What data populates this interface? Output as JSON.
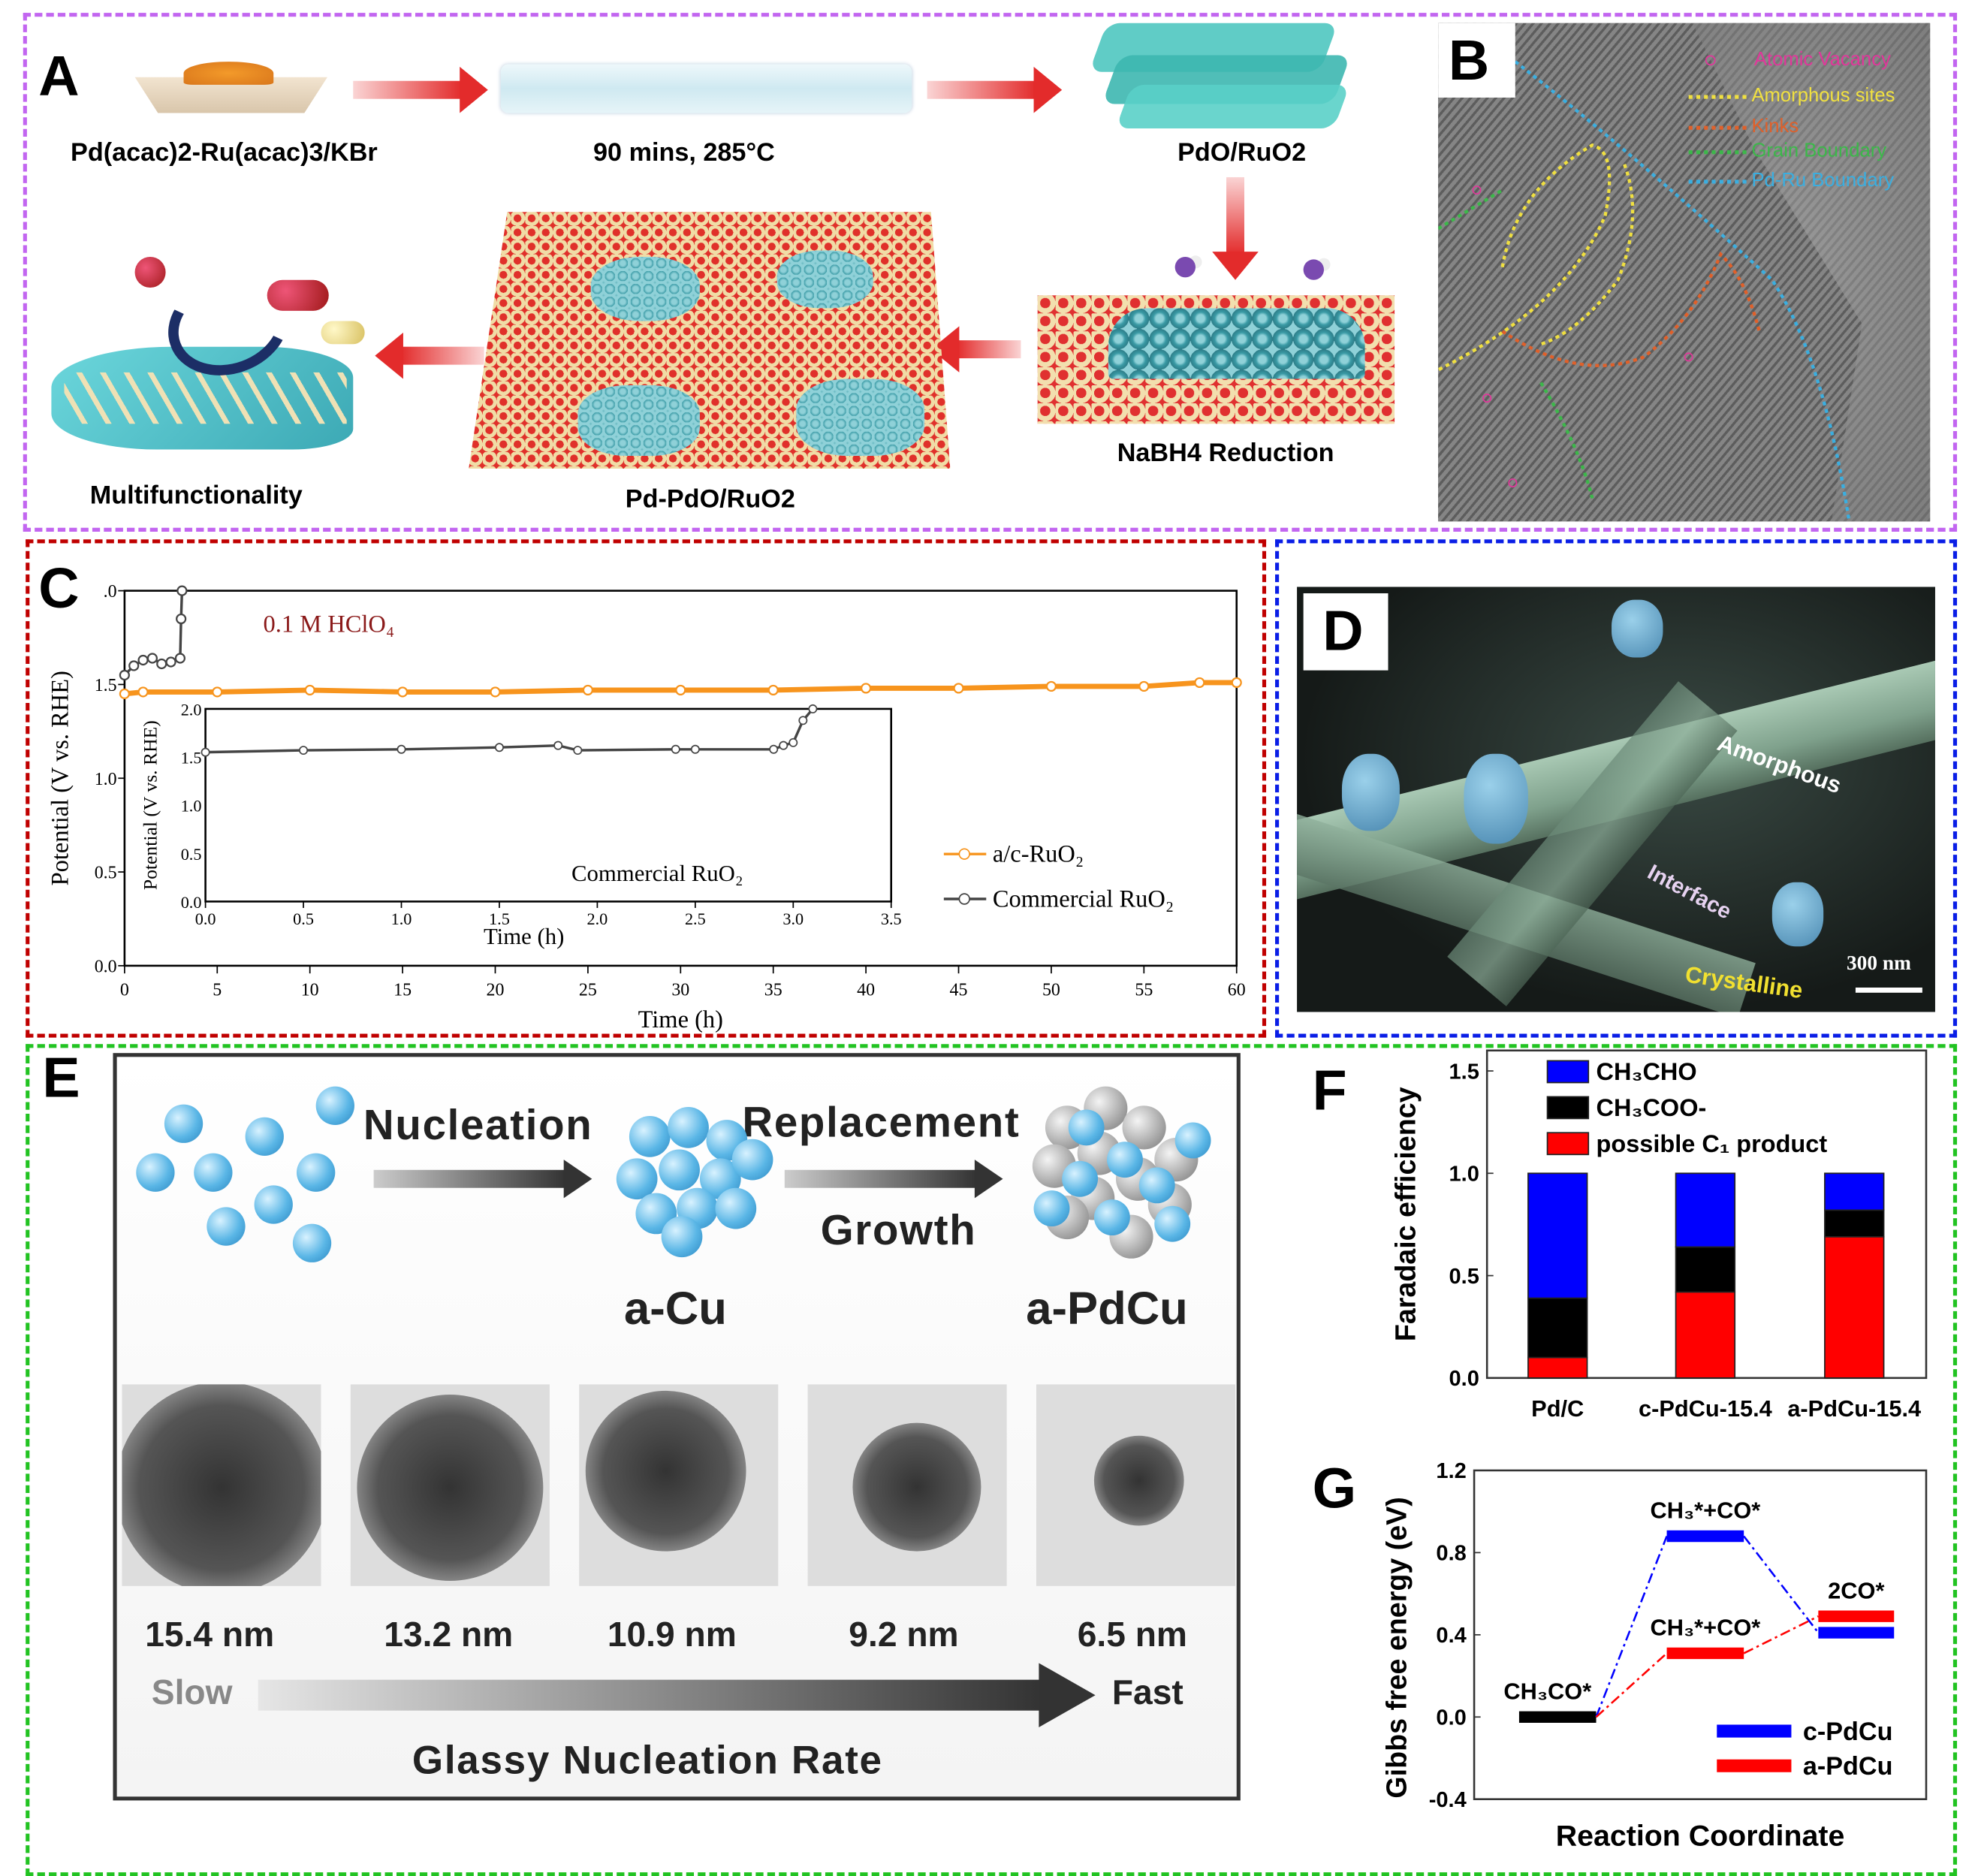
{
  "panel_labels": {
    "a": "A",
    "b": "B",
    "c": "C",
    "d": "D",
    "e": "E",
    "f": "F",
    "g": "G"
  },
  "colors": {
    "panel_ab_border": "#c266f0",
    "panel_c_border": "#c00000",
    "panel_d_border": "#0a1ee6",
    "panel_efg_border": "#22c322",
    "arrow": "#e32b2b"
  },
  "panel_a": {
    "precursor": "Pd(acac)2-Ru(acac)3/KBr",
    "condition": "90 mins, 285°C",
    "product1": "PdO/RuO2",
    "reduction": "NaBH4 Reduction",
    "product2": "Pd-PdO/RuO2",
    "application": "Multifunctionality"
  },
  "panel_b": {
    "legend": [
      {
        "label": "Atomic Vacancy",
        "color": "#e0369a",
        "marker": "circle"
      },
      {
        "label": "Amorphous sites",
        "color": "#f0e040",
        "marker": "dotted-line"
      },
      {
        "label": "Kinks",
        "color": "#e0602a",
        "marker": "dotted-line"
      },
      {
        "label": "Grain Boundary",
        "color": "#3cb84a",
        "marker": "dotted-line"
      },
      {
        "label": "Pd-Ru Boundary",
        "color": "#3aaee0",
        "marker": "dotted-line"
      }
    ]
  },
  "panel_d": {
    "labels": {
      "amorphous": "Amorphous",
      "interface": "Interface",
      "crystalline": "Crystalline"
    },
    "scale_bar": "300 nm"
  },
  "panel_e": {
    "steps": {
      "nucleation": "Nucleation",
      "replacement": "Replacement",
      "growth": "Growth",
      "a_cu": "a-Cu",
      "a_pdcu": "a-PdCu"
    },
    "sizes": [
      "15.4 nm",
      "13.2 nm",
      "10.9 nm",
      "9.2 nm",
      "6.5 nm"
    ],
    "slow": "Slow",
    "fast": "Fast",
    "rate_label": "Glassy Nucleation Rate"
  },
  "chart_data": [
    {
      "id": "C",
      "type": "line",
      "annotation": "0.1 M HClO4",
      "xlabel": "Time (h)",
      "ylabel": "Potential (V vs. RHE)",
      "xlim": [
        0,
        60
      ],
      "ylim": [
        0,
        2.0
      ],
      "xticks": [
        "0",
        "5",
        "10",
        "15",
        "20",
        "25",
        "30",
        "35",
        "40",
        "45",
        "50",
        "55",
        "60"
      ],
      "yticks": [
        "0.0",
        "0.5",
        "1.0",
        "1.5",
        ".0"
      ],
      "legend_position": "right",
      "series": [
        {
          "name": "a/c-RuO2",
          "color": "#f7941d",
          "x": [
            0,
            1,
            5,
            10,
            15,
            20,
            25,
            30,
            35,
            40,
            45,
            50,
            55,
            58,
            60
          ],
          "y": [
            1.45,
            1.46,
            1.46,
            1.47,
            1.46,
            1.46,
            1.47,
            1.47,
            1.47,
            1.48,
            1.48,
            1.49,
            1.49,
            1.51,
            1.51
          ]
        },
        {
          "name": "Commercial RuO2",
          "color": "#444444",
          "x": [
            0,
            0.5,
            1,
            1.5,
            2,
            2.5,
            3,
            3.05,
            3.1
          ],
          "y": [
            1.55,
            1.6,
            1.63,
            1.64,
            1.61,
            1.62,
            1.64,
            1.85,
            2.0
          ]
        }
      ],
      "inset": {
        "type": "line",
        "annotation": "Commercial RuO2",
        "xlabel": "Time (h)",
        "ylabel": "Potential (V vs. RHE)",
        "xlim": [
          0,
          3.5
        ],
        "ylim": [
          0,
          2.0
        ],
        "xticks": [
          "0.0",
          "0.5",
          "1.0",
          "1.5",
          "2.0",
          "2.5",
          "3.0",
          "3.5"
        ],
        "yticks": [
          "0.0",
          "0.5",
          "1.0",
          "1.5",
          "2.0"
        ],
        "series": [
          {
            "name": "Commercial RuO2",
            "color": "#444444",
            "x": [
              0,
              0.5,
              1.0,
              1.5,
              1.8,
              1.9,
              2.4,
              2.5,
              2.9,
              2.95,
              3.0,
              3.05,
              3.1
            ],
            "y": [
              1.55,
              1.57,
              1.58,
              1.6,
              1.62,
              1.57,
              1.58,
              1.58,
              1.58,
              1.62,
              1.65,
              1.88,
              2.0
            ]
          }
        ]
      }
    },
    {
      "id": "F",
      "type": "bar",
      "stacked": true,
      "ylabel": "Faradaic efficiency",
      "ylim": [
        0,
        1.6
      ],
      "yticks": [
        "0.0",
        "0.5",
        "1.0",
        "1.5"
      ],
      "categories": [
        "Pd/C",
        "c-PdCu-15.4",
        "a-PdCu-15.4"
      ],
      "legend_position": "top-left",
      "series": [
        {
          "name": "possible C1 product",
          "color": "#ff0000",
          "values": [
            0.1,
            0.42,
            0.69
          ]
        },
        {
          "name": "CH3COO-",
          "color": "#000000",
          "values": [
            0.29,
            0.22,
            0.13
          ]
        },
        {
          "name": "CH3CHO",
          "color": "#0000ff",
          "values": [
            0.61,
            0.36,
            0.18
          ]
        }
      ]
    },
    {
      "id": "G",
      "type": "energy-diagram",
      "xlabel": "Reaction Coordinate",
      "ylabel": "Gibbs free energy (eV)",
      "ylim": [
        -0.4,
        1.2
      ],
      "yticks": [
        "-0.4",
        "0.0",
        "0.4",
        "0.8",
        "1.2"
      ],
      "legend_position": "bottom-right",
      "states": [
        "CH3CO*",
        "CH3*+CO*",
        "2CO*"
      ],
      "initial": {
        "label": "CH3CO*",
        "value": 0.0,
        "color": "#000000"
      },
      "series": [
        {
          "name": "c-PdCu",
          "color": "#0000ff",
          "values": [
            0.0,
            0.88,
            0.41
          ],
          "labels": [
            "",
            "CH3*+CO*",
            ""
          ]
        },
        {
          "name": "a-PdCu",
          "color": "#ff0000",
          "values": [
            0.0,
            0.31,
            0.49
          ],
          "labels": [
            "",
            "CH3*+CO*",
            "2CO*"
          ]
        }
      ]
    }
  ]
}
